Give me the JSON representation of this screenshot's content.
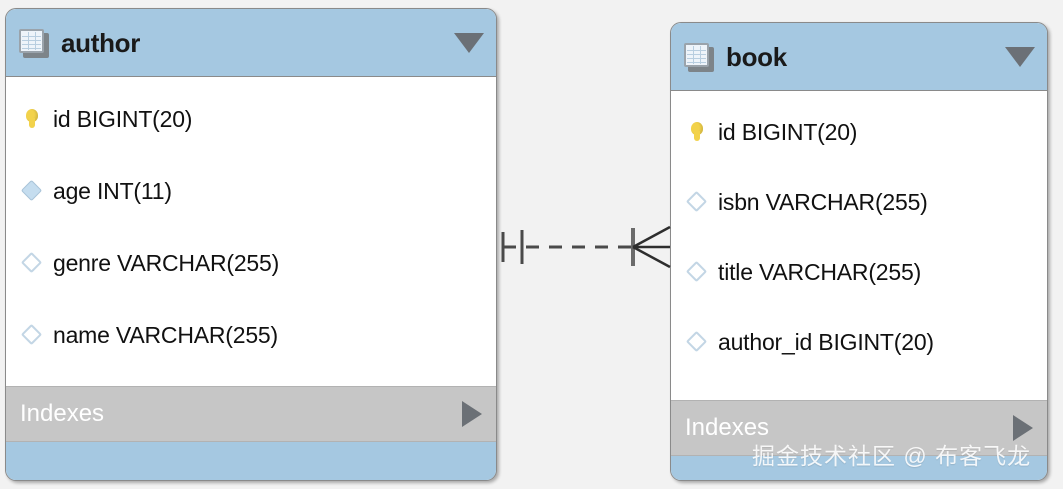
{
  "diagram": {
    "type": "eer-diagram",
    "notation": "crows-foot",
    "background_color": "#f2f2f2",
    "header_color": "#a5c8e1",
    "indexes_band_color": "#c6c6c6",
    "primary_key_icon_color": "#f2d24b",
    "column_icon_color": "#c5ddef"
  },
  "tables": [
    {
      "name": "author",
      "icon": "table-icon",
      "collapse_icon": "chevron-down-icon",
      "columns": [
        {
          "label": "id BIGINT(20)",
          "icon": "key-icon"
        },
        {
          "label": "age INT(11)",
          "icon": "diamond-filled-icon"
        },
        {
          "label": "genre VARCHAR(255)",
          "icon": "diamond-hollow-icon"
        },
        {
          "label": "name VARCHAR(255)",
          "icon": "diamond-hollow-icon"
        }
      ],
      "indexes_label": "Indexes",
      "indexes_expand_icon": "chevron-right-icon"
    },
    {
      "name": "book",
      "icon": "table-icon",
      "collapse_icon": "chevron-down-icon",
      "columns": [
        {
          "label": "id BIGINT(20)",
          "icon": "key-icon"
        },
        {
          "label": "isbn VARCHAR(255)",
          "icon": "diamond-hollow-icon"
        },
        {
          "label": "title VARCHAR(255)",
          "icon": "diamond-hollow-icon"
        },
        {
          "label": "author_id BIGINT(20)",
          "icon": "diamond-hollow-icon"
        }
      ],
      "indexes_label": "Indexes",
      "indexes_expand_icon": "chevron-right-icon"
    }
  ],
  "relationship": {
    "from_table": "author",
    "to_table": "book",
    "from_cardinality": "one",
    "to_cardinality": "many",
    "line_style": "dashed",
    "identifying": false,
    "icon": "crows-foot-connector-icon"
  },
  "watermark": {
    "text": "掘金技术社区 @ 布客飞龙"
  }
}
